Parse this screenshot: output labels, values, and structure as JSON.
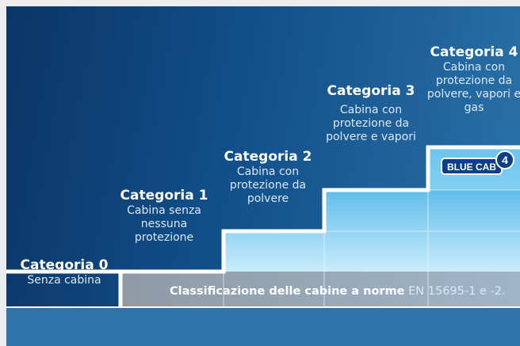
{
  "categories": [
    {
      "title": "Categoria 0",
      "desc": "Senza cabina"
    },
    {
      "title": "Categoria 1",
      "desc": "Cabina senza nessuna protezione"
    },
    {
      "title": "Categoria 2",
      "desc": "Cabina con protezione da polvere"
    },
    {
      "title": "Categoria 3",
      "desc": "Cabina con protezione da polvere e vapori"
    },
    {
      "title": "Categoria 4",
      "desc": "Cabina con protezione da polvere, vapori e gas"
    }
  ],
  "caption": {
    "bold": "Classificazione delle cabine a norme",
    "normal": " EN 15695-1 e -2."
  },
  "badge": {
    "text": "BLUE CAB",
    "number": "4"
  },
  "colors": {
    "background_dark": "#0b3566",
    "step_light": "#7fd0f2",
    "outline": "#ffffff"
  }
}
